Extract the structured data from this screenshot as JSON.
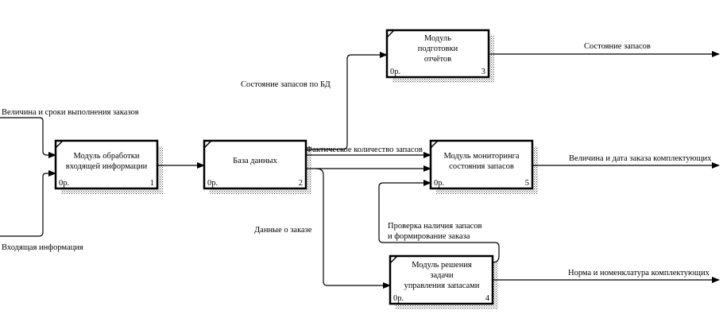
{
  "diagram": {
    "type": "IDEF0",
    "boxes": [
      {
        "id": "1",
        "title_lines": [
          "Модуль обработки",
          "входящей информации"
        ],
        "cost": "0р.",
        "number": "1"
      },
      {
        "id": "2",
        "title_lines": [
          "База данных"
        ],
        "cost": "0р.",
        "number": "2"
      },
      {
        "id": "3",
        "title_lines": [
          "Модуль",
          "подготовки",
          "отчётов"
        ],
        "cost": "0р.",
        "number": "3"
      },
      {
        "id": "5",
        "title_lines": [
          "Модуль мониторинга",
          "состояния запасов"
        ],
        "cost": "0р.",
        "number": "5"
      },
      {
        "id": "4",
        "title_lines": [
          "Модуль решения",
          "задачи",
          "управления запасами"
        ],
        "cost": "0р.",
        "number": "4"
      }
    ],
    "arrows": [
      {
        "id": "a1",
        "label": "Величина и сроки выполнения заказов",
        "from": "external",
        "to": "1"
      },
      {
        "id": "a2",
        "label": "Входящая информация",
        "from": "external",
        "to": "1"
      },
      {
        "id": "a3",
        "label": "",
        "from": "1",
        "to": "2"
      },
      {
        "id": "a4",
        "label": "Состояние запасов по БД",
        "from": "2",
        "to": "3"
      },
      {
        "id": "a5",
        "label": "Фактическое количество запасов",
        "from": "2",
        "to": "5"
      },
      {
        "id": "a6",
        "label": "",
        "from": "2",
        "to": "5"
      },
      {
        "id": "a7",
        "label": "Данные о заказе",
        "from": "2",
        "to": "4"
      },
      {
        "id": "a8",
        "label": "Проверка наличия запасов и формирование заказа",
        "label_lines": [
          "Проверка наличия запасов",
          "и формирование заказа"
        ],
        "from": "4",
        "to": "5"
      },
      {
        "id": "a9",
        "label": "Состояние запасов",
        "from": "3",
        "to": "external"
      },
      {
        "id": "a10",
        "label": "Величина и дата заказа комплектующих",
        "from": "5",
        "to": "external"
      },
      {
        "id": "a11",
        "label": "Норма и номенклатура комплектующих",
        "from": "4",
        "to": "external"
      }
    ]
  }
}
